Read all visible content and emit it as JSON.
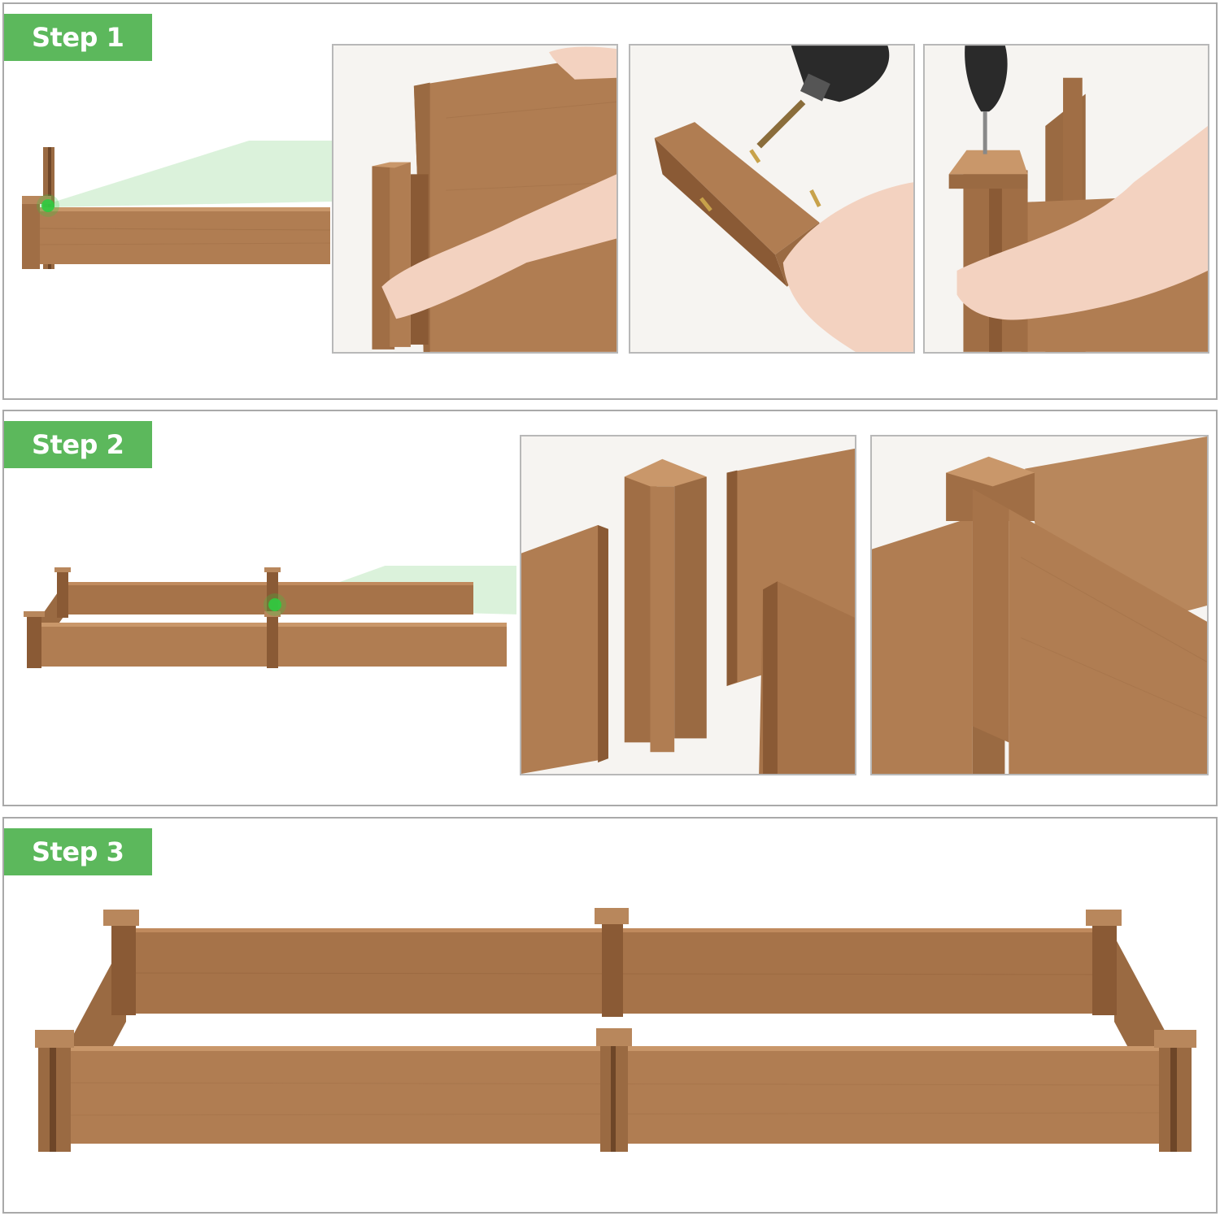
{
  "steps": [
    {
      "label": "Step 1"
    },
    {
      "label": "Step 2"
    },
    {
      "label": "Step 3"
    }
  ],
  "colors": {
    "badge_green": "#5cb85c",
    "wood": "#b07d52",
    "wood_dark": "#8a5a35",
    "wood_light": "#c9976a",
    "highlight_green": "#2ecc40",
    "beam_green": "#cfeecf",
    "frame_border": "#a9a9a9"
  },
  "icons": {
    "connection_highlight": "green-dot-icon",
    "drill": "drill-icon",
    "screw": "screw-icon",
    "hand": "hand-icon"
  }
}
